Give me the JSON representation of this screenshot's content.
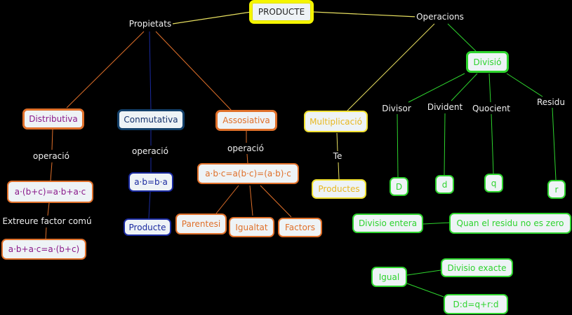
{
  "colors": {
    "background": "#000000",
    "root_border": "#f5f500",
    "orange": "#e0702a",
    "purple_text": "#8b1a8b",
    "navy": "#1a2aa0",
    "yellow": "#e8b820",
    "green": "#2ed42e",
    "node_fill": "#eef3f6"
  },
  "root": {
    "label": "PRODUCTE"
  },
  "links": {
    "propietats": "Propietats",
    "operacions": "Operacions",
    "operacio_1": "operació",
    "operacio_2": "operació",
    "operacio_3": "operació",
    "extreure": "Extreure factor comú",
    "te": "Te",
    "divisor": "Divisor",
    "divident": "Divident",
    "quocient": "Quocient",
    "residu": "Residu"
  },
  "nodes": {
    "distributiva": "Distributiva",
    "conmutativa": "Conmutativa",
    "assosiativa": "Assosiativa",
    "multiplicacio": "Multiplicació",
    "divisio": "Divisió",
    "distrib_formula": "a·(b+c)=a·b+a·c",
    "distrib_factor": "a·b+a·c=a·(b+c)",
    "conmut_formula": "a·b=b·a",
    "conmut_producte": "Producte",
    "assoc_formula": "a·b·c=a(b·c)=(a·b)·c",
    "parentesi": "Parentesi",
    "igualtat": "Igualtat",
    "factors": "Factors",
    "productes": "Productes",
    "D": "D",
    "d": "d",
    "q": "q",
    "r": "r",
    "divisio_entera": "Divisio entera",
    "quan_residu": "Quan el residu no es zero",
    "igual": "Igual",
    "divisio_exacte": "Divisio exacte",
    "formula_div": "D:d=q+r:d"
  }
}
